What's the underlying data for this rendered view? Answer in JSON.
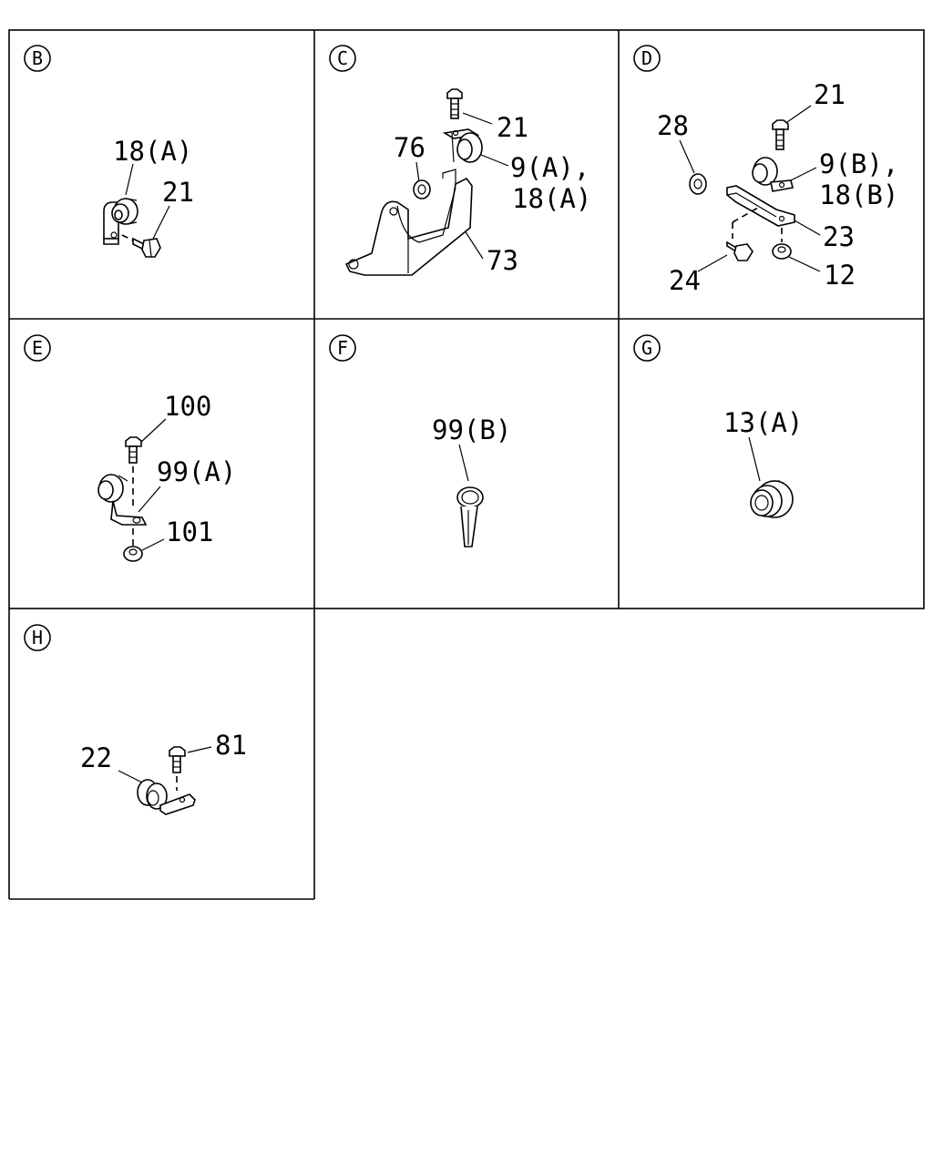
{
  "panels": [
    {
      "id": "B",
      "labels": [
        "18(A)",
        "21"
      ]
    },
    {
      "id": "C",
      "labels": [
        "21",
        "76",
        "9(A),",
        "18(A)",
        "73"
      ]
    },
    {
      "id": "D",
      "labels": [
        "28",
        "21",
        "9(B),",
        "18(B)",
        "23",
        "24",
        "12"
      ]
    },
    {
      "id": "E",
      "labels": [
        "100",
        "99(A)",
        "101"
      ]
    },
    {
      "id": "F",
      "labels": [
        "99(B)"
      ]
    },
    {
      "id": "G",
      "labels": [
        "13(A)"
      ]
    },
    {
      "id": "H",
      "labels": [
        "22",
        "81"
      ]
    }
  ]
}
